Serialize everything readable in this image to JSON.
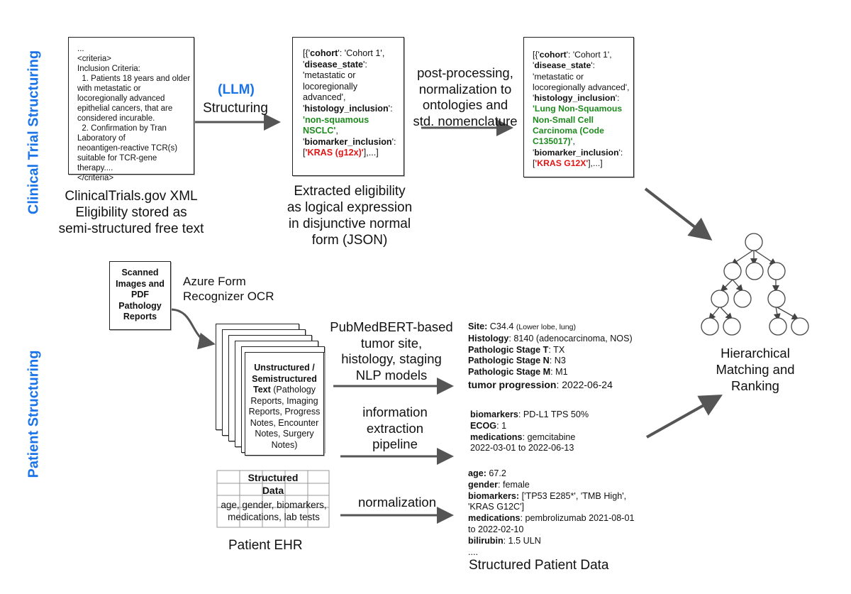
{
  "sections": {
    "clinical": "Clinical Trial Structuring",
    "patient": "Patient Structuring"
  },
  "criteria_box": {
    "lines": [
      "...",
      "<criteria>",
      "Inclusion Criteria:",
      "  1. Patients 18 years and older",
      "with metastatic or",
      "locoregionally advanced",
      "epithelial cancers, that are",
      "considered incurable.",
      "  2. Confirmation by Tran",
      "Laboratory of",
      "neoantigen-reactive TCR(s)",
      "suitable for TCR-gene",
      "therapy....",
      "</criteria>"
    ]
  },
  "criteria_caption": [
    "ClinicalTrials.gov XML",
    "Eligibility stored as",
    "semi-structured free text"
  ],
  "llm_label": "(LLM)",
  "llm_sub": "Structuring",
  "json1": {
    "open": "[{'",
    "k_cohort": "cohort",
    "v_cohort": "': 'Cohort 1',",
    "q1": "'",
    "k_disease": "disease_state",
    "v_disease1": "':",
    "v_disease2": "'metastatic or",
    "v_disease3": "locoregionally",
    "v_disease4": "advanced',",
    "q2": "'",
    "k_histology": "histology_inclusion",
    "v_hist_sep": "':",
    "v_hist1": "'non-squamous",
    "v_hist2": "NSCLC'",
    "comma": ",",
    "q3": "'",
    "k_biomarker": "biomarker_inclusion",
    "v_bio_sep": "':",
    "v_bio_open": "[",
    "v_bio": "'KRAS (g12x)'",
    "v_bio_close": "],...]"
  },
  "json1_caption": [
    "Extracted eligibility",
    "as logical expression",
    "in disjunctive normal",
    "form (JSON)"
  ],
  "postproc_label": [
    "post-processing,",
    "normalization to",
    "ontologies and",
    "std. nomenclature"
  ],
  "json2": {
    "open": "[{'",
    "k_cohort": "cohort",
    "v_cohort": "': 'Cohort 1',",
    "q1": "'",
    "k_disease": "disease_state",
    "v_disease1": "':",
    "v_disease2": "'metastatic or",
    "v_disease3": "locoregionally advanced',",
    "q2": "'",
    "k_histology": "histology_inclusion",
    "v_hist_sep": "':",
    "v_hist1": "'Lung Non-Squamous",
    "v_hist2": "Non-Small Cell",
    "v_hist3": "Carcinoma (Code",
    "v_hist4": "C135017)'",
    "comma": ",",
    "q3": "'",
    "k_biomarker": "biomarker_inclusion",
    "v_bio_sep": "':",
    "v_bio_open": "[",
    "v_bio": "'KRAS G12X'",
    "v_bio_close": "],...]"
  },
  "scanned_box": [
    "Scanned",
    "Images and",
    "PDF",
    "Pathology",
    "Reports"
  ],
  "azure_label": [
    "Azure Form",
    "Recognizer OCR"
  ],
  "unstructured": {
    "title1": "Unstructured /",
    "title2": "Semistructured",
    "title3": "Text",
    "rest": " (Pathology Reports, Imaging Reports, Progress Notes, Encounter Notes, Surgery Notes)"
  },
  "structured": {
    "title1": "Structured",
    "title2": "Data",
    "body": "age, gender, biomarkers, medications, lab tests"
  },
  "ehr_caption": "Patient EHR",
  "pubmed_label": [
    "PubMedBERT-based",
    "tumor site,",
    "histology, staging",
    "NLP models"
  ],
  "info_label": [
    "information",
    "extraction",
    "pipeline"
  ],
  "norm_label": "normalization",
  "pd1": {
    "site_k": "Site:",
    "site_v": " C34.4 ",
    "site_s": "(Lower lobe, lung)",
    "hist_k": "Histology",
    "hist_v": ": 8140 (adenocarcinoma, NOS)",
    "t_k": "Pathologic Stage T",
    "t_v": ": TX",
    "n_k": "Pathologic Stage N",
    "n_v": ": N3",
    "m_k": "Pathologic Stage M",
    "m_v": ": M1",
    "prog_k": "tumor progression",
    "prog_v": ": 2022-06-24"
  },
  "pd2": {
    "bio_k": "biomarkers",
    "bio_v": ": PD-L1 TPS 50%",
    "ecog_k": "ECOG",
    "ecog_v": ": 1",
    "med_k": "medications",
    "med_v": ": gemcitabine",
    "med_v2": "2022-03-01 to 2022-06-13"
  },
  "pd3": {
    "age_k": "age:",
    "age_v": " 67.2",
    "gender_k": "gender",
    "gender_v": ": female",
    "bio_k": "biomarkers:",
    "bio_v": " ['TP53 E285*', 'TMB High',",
    "bio_v2": "'KRAS G12C']",
    "med_k": "medications",
    "med_v": ": pembrolizumab 2021-08-01",
    "med_v2": "to 2022-02-10",
    "bili_k": "bilirubin",
    "bili_v": ": 1.5 ULN",
    "more": "...."
  },
  "pd_caption": "Structured Patient Data",
  "matching_caption": [
    "Hierarchical",
    "Matching and",
    "Ranking"
  ],
  "colors": {
    "section": "#1a73e8",
    "green": "#1e8a1e",
    "red": "#e01515",
    "arrow": "#555555"
  }
}
